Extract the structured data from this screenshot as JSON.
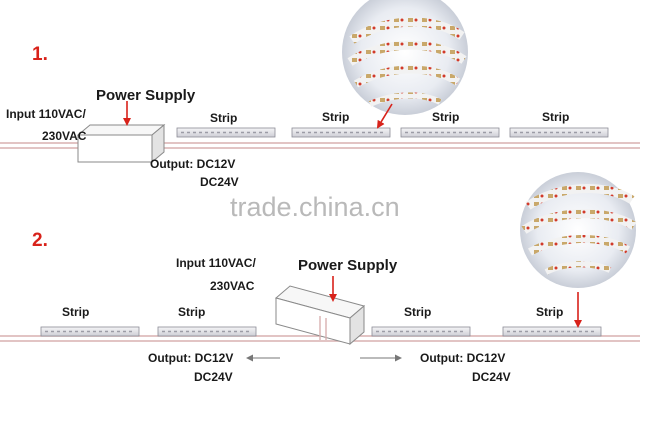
{
  "watermark": "trade.china.cn",
  "diagram1": {
    "number": "1.",
    "power_supply_label": "Power Supply",
    "input_line1": "Input 110VAC/",
    "input_line2": "230VAC",
    "output_line1": "Output: DC12V",
    "output_line2": "DC24V",
    "strips": [
      "Strip",
      "Strip",
      "Strip",
      "Strip"
    ]
  },
  "diagram2": {
    "number": "2.",
    "power_supply_label": "Power Supply",
    "input_line1": "Input 110VAC/",
    "input_line2": "230VAC",
    "output_left_line1": "Output: DC12V",
    "output_left_line2": "DC24V",
    "output_right_line1": "Output: DC12V",
    "output_right_line2": "DC24V",
    "strips": [
      "Strip",
      "Strip",
      "Strip",
      "Strip"
    ]
  },
  "colors": {
    "accent": "#d8221a",
    "wire": "#d8b0b0",
    "strip": "#e8e8ec",
    "text": "#1a1a1a"
  }
}
